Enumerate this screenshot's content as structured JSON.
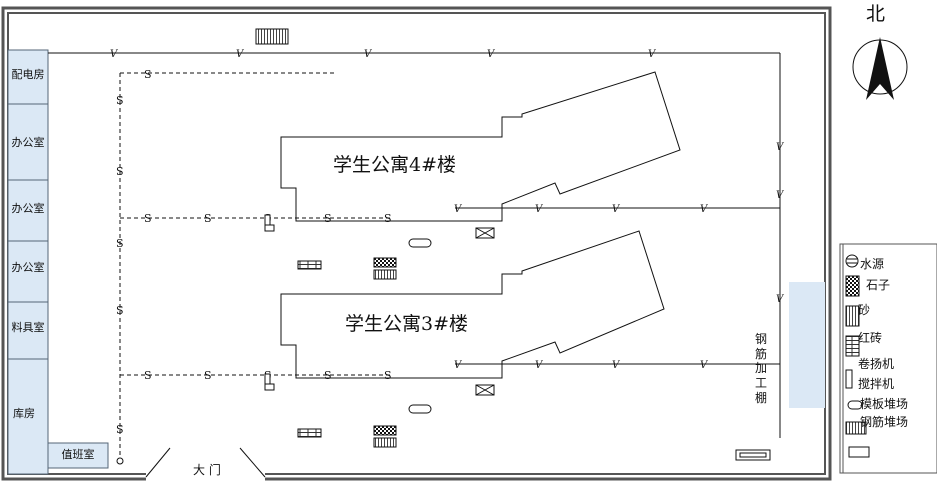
{
  "north": {
    "label": "北"
  },
  "rooms": {
    "power": "配电房",
    "office1": "办公室",
    "office2": "办公室",
    "office3": "办公室",
    "tools": "料具室",
    "storage": "库房",
    "duty": "值班室"
  },
  "gate": {
    "label": "大 门"
  },
  "buildings": {
    "b4": "学生公寓4#楼",
    "b3": "学生公寓3#楼"
  },
  "rebar_shed": {
    "chars": [
      "钢",
      "筋",
      "加",
      "工",
      "棚"
    ]
  },
  "line_marks": {
    "power": "V",
    "water": "S"
  },
  "legend": {
    "items": [
      "水源",
      "石子",
      "砂",
      "红砖",
      "卷扬机",
      "搅拌机",
      "模板堆场",
      "钢筋堆场"
    ]
  },
  "colors": {
    "room_fill": "#dbe8f5",
    "wall": "#555555",
    "line": "#111111"
  }
}
